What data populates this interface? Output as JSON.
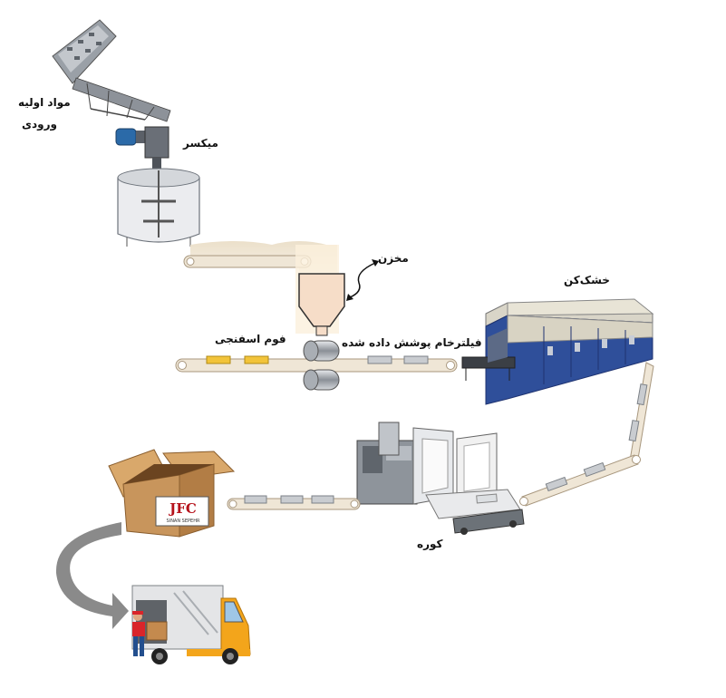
{
  "labels": {
    "raw_material_line1": "مواد اولیه",
    "raw_material_line2": "ورودی",
    "mixer": "میکسر",
    "hopper": "مخزن",
    "sponge_foam": "فوم اسفنجی",
    "coated_raw_filter": "فیلترخام پوشش داده شده",
    "dryer": "خشک‌کن",
    "kiln": "کوره"
  },
  "brand": {
    "logo_text": "JFC",
    "logo_subtext": "SINAN SEPEHR"
  },
  "colors": {
    "conveyor_fill": "#efe6d6",
    "conveyor_stroke": "#a8977e",
    "sponge_block": "#f2c43a",
    "coated_block": "#c9ccd0",
    "dryer_body": "#2f4f9a",
    "box_cardboard": "#c8955c",
    "truck_yellow": "#f3a51b",
    "curved_arrow": "#8a8a8a"
  },
  "icons": [
    "feeder-icon",
    "mixer-icon",
    "hopper-icon",
    "rollers-icon",
    "dryer-icon",
    "kiln-icon",
    "box-icon",
    "truck-icon",
    "curved-arrow-icon"
  ]
}
